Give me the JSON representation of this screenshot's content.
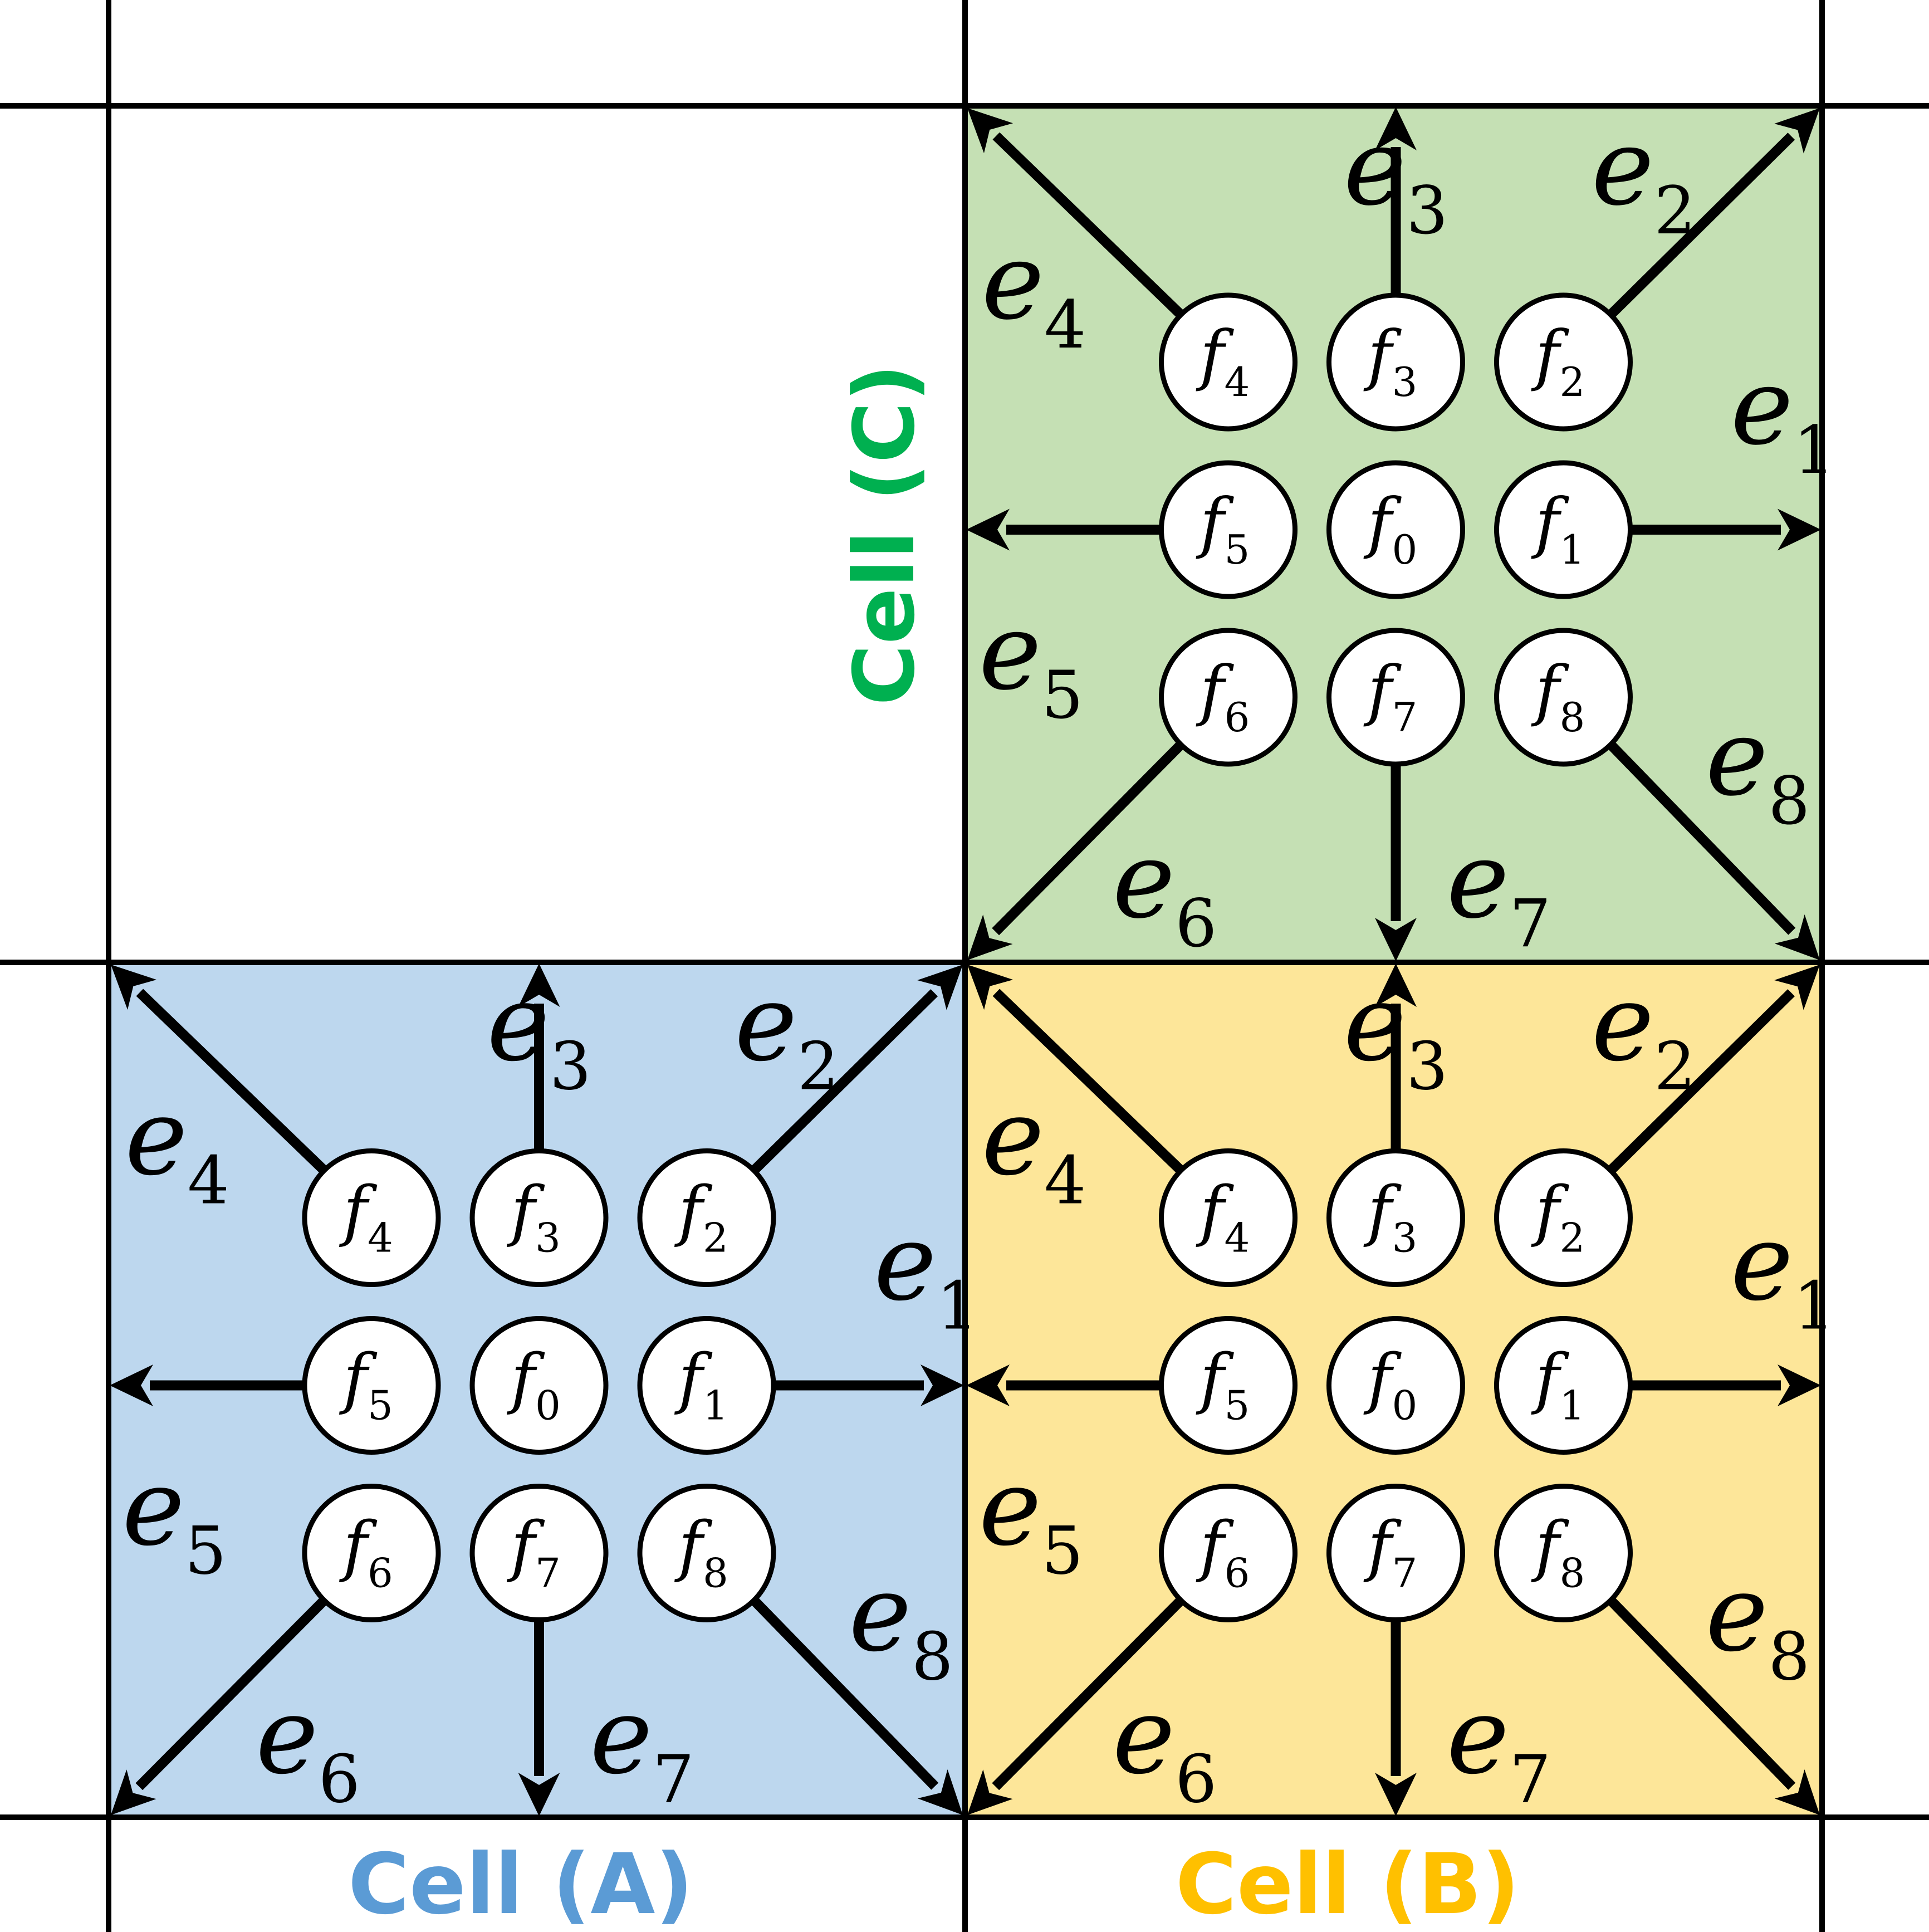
{
  "cells": [
    {
      "id": "A",
      "label": "Cell (A)",
      "fill": "#bdd7ee",
      "label_color": "#5b9bd5",
      "nodes": [
        "f",
        "f",
        "f",
        "f",
        "f",
        "f",
        "f",
        "f",
        "f"
      ],
      "node_subs": [
        "0",
        "1",
        "2",
        "3",
        "4",
        "5",
        "6",
        "7",
        "8"
      ],
      "vectors": [
        "e",
        "e",
        "e",
        "e",
        "e",
        "e",
        "e",
        "e"
      ],
      "vector_subs": [
        "1",
        "2",
        "3",
        "4",
        "5",
        "6",
        "7",
        "8"
      ]
    },
    {
      "id": "B",
      "label": "Cell (B)",
      "fill": "#fde699",
      "label_color": "#ffc000",
      "nodes": [
        "f",
        "f",
        "f",
        "f",
        "f",
        "f",
        "f",
        "f",
        "f"
      ],
      "node_subs": [
        "0",
        "1",
        "2",
        "3",
        "4",
        "5",
        "6",
        "7",
        "8"
      ],
      "vectors": [
        "e",
        "e",
        "e",
        "e",
        "e",
        "e",
        "e",
        "e"
      ],
      "vector_subs": [
        "1",
        "2",
        "3",
        "4",
        "5",
        "6",
        "7",
        "8"
      ]
    },
    {
      "id": "C",
      "label": "Cell (C)",
      "fill": "#c5e0b4",
      "label_color": "#00b050",
      "nodes": [
        "f",
        "f",
        "f",
        "f",
        "f",
        "f",
        "f",
        "f",
        "f"
      ],
      "node_subs": [
        "0",
        "1",
        "2",
        "3",
        "4",
        "5",
        "6",
        "7",
        "8"
      ],
      "vectors": [
        "e",
        "e",
        "e",
        "e",
        "e",
        "e",
        "e",
        "e"
      ],
      "vector_subs": [
        "1",
        "2",
        "3",
        "4",
        "5",
        "6",
        "7",
        "8"
      ]
    }
  ],
  "grid_color": "#000000",
  "arrow_color": "#000000"
}
